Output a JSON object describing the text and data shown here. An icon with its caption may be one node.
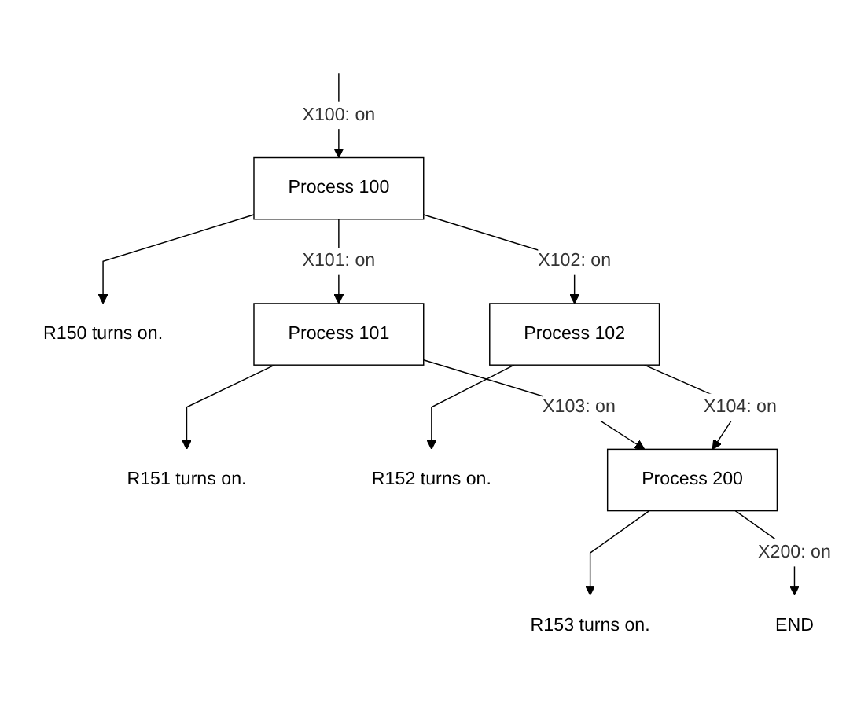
{
  "diagram": {
    "nodes": [
      {
        "text": [
          "Process 100"
        ]
      },
      {
        "text": [
          "R150 turns on."
        ]
      },
      {
        "text": [
          "Process 101"
        ]
      },
      {
        "text": [
          "R151 turns on."
        ]
      },
      {
        "text": [
          "Process 102"
        ]
      },
      {
        "text": [
          "R152 turns on."
        ]
      },
      {
        "text": [
          "Process 200"
        ]
      },
      {
        "text": [
          "R153 turns on."
        ]
      },
      {
        "text": [
          "END"
        ]
      }
    ],
    "edges": [
      {
        "from": null,
        "to": 0,
        "arrow": "to",
        "label": "X100: on"
      },
      {
        "from": 0,
        "to": 1,
        "arrow": "to"
      },
      {
        "from": 0,
        "to": 2,
        "arrow": "to",
        "label": "X101: on"
      },
      {
        "from": 0,
        "to": 4,
        "arrow": "to",
        "label": "X102: on"
      },
      {
        "from": 2,
        "to": 3,
        "arrow": "to"
      },
      {
        "from": 4,
        "to": 5,
        "arrow": "to"
      },
      {
        "from": 2,
        "to": 6,
        "arrow": "to",
        "label": "X103: on"
      },
      {
        "from": 4,
        "to": 6,
        "arrow": "to",
        "label": "X104: on"
      },
      {
        "from": 6,
        "to": 7,
        "arrow": "to"
      },
      {
        "from": 6,
        "to": 8,
        "arrow": "to",
        "label": "X200: on"
      }
    ]
  }
}
